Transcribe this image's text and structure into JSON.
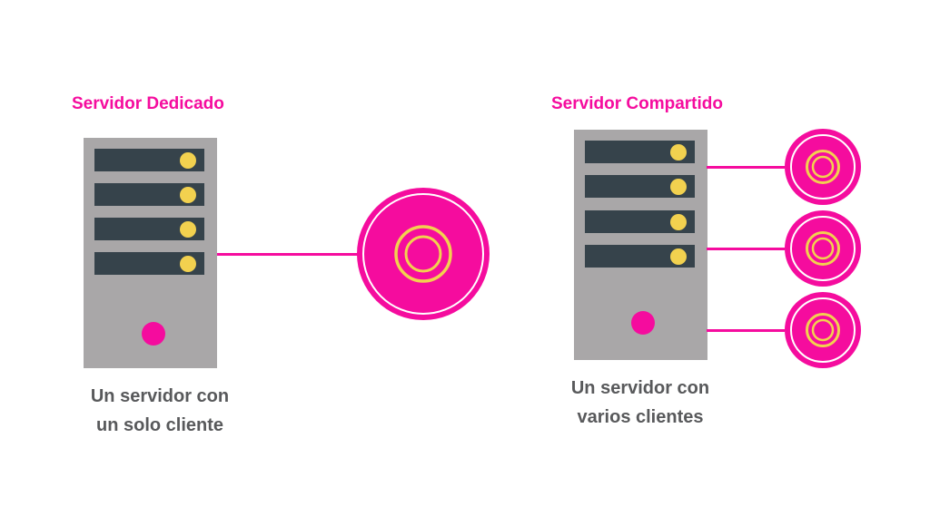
{
  "colors": {
    "pink": "#F50C9E",
    "gray": "#A9A7A8",
    "dark": "#36434B",
    "yellow": "#F2D14F",
    "text": "#58595B",
    "white": "#FFFFFF"
  },
  "dedicated": {
    "title": "Servidor Dedicado",
    "caption": [
      "Un servidor con",
      "un solo cliente"
    ],
    "client_count": 1
  },
  "shared": {
    "title": "Servidor Compartido",
    "caption": [
      "Un servidor con",
      "varios clientes"
    ],
    "client_count": 3
  }
}
